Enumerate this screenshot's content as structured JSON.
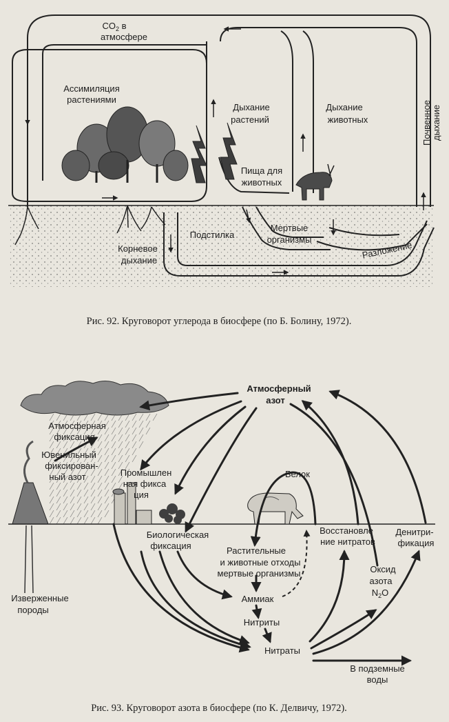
{
  "fig92": {
    "co2_line1": "CO",
    "co2_sub": "2",
    "co2_tail": " в",
    "co2_line2": "атмосфере",
    "assimilation_1": "Ассимиляция",
    "assimilation_2": "растениями",
    "plant_resp_1": "Дыхание",
    "plant_resp_2": "растений",
    "animal_resp_1": "Дыхание",
    "animal_resp_2": "животных",
    "soil_resp_1": "Почвенное",
    "soil_resp_2": "дыхание",
    "food_1": "Пища для",
    "food_2": "животных",
    "dead_1": "Мертвые",
    "dead_2": "организмы",
    "litter": "Подстилка",
    "decomp": "Разложение",
    "root_1": "Корневое",
    "root_2": "дыхание",
    "caption": "Рис. 92. Круговорот углерода в биосфере (по Б. Болину, 1972)."
  },
  "fig93": {
    "atm_n_1": "Атмосферный",
    "atm_n_2": "азот",
    "atm_fix_1": "Атмосферная",
    "atm_fix_2": "фиксация",
    "juv_1": "Ювенильный",
    "juv_2": "фиксирован-",
    "juv_3": "ный азот",
    "ind_1": "Промышлен",
    "ind_2": "ная фикса",
    "ind_3": "ция",
    "protein": "Белок",
    "bio_1": "Биологическая",
    "bio_2": "фиксация",
    "waste_1": "Растительные",
    "waste_2": "и животные отходы",
    "waste_3": "мертвые организмы",
    "restore_1": "Восстановле",
    "restore_2": "ние нитратов",
    "denit_1": "Денитри-",
    "denit_2": "фикация",
    "oxide_1": "Оксид",
    "oxide_2": "азота",
    "oxide_3": "N",
    "oxide_sub": "2",
    "oxide_tail": "O",
    "ammonia": "Аммиак",
    "nitrites": "Нитриты",
    "nitrates": "Нитраты",
    "ground_1": "В подземные",
    "ground_2": "воды",
    "igneous_1": "Изверженные",
    "igneous_2": "породы",
    "caption": "Рис. 93. Круговорот азота в биосфере (по К. Делвичу, 1972)."
  }
}
